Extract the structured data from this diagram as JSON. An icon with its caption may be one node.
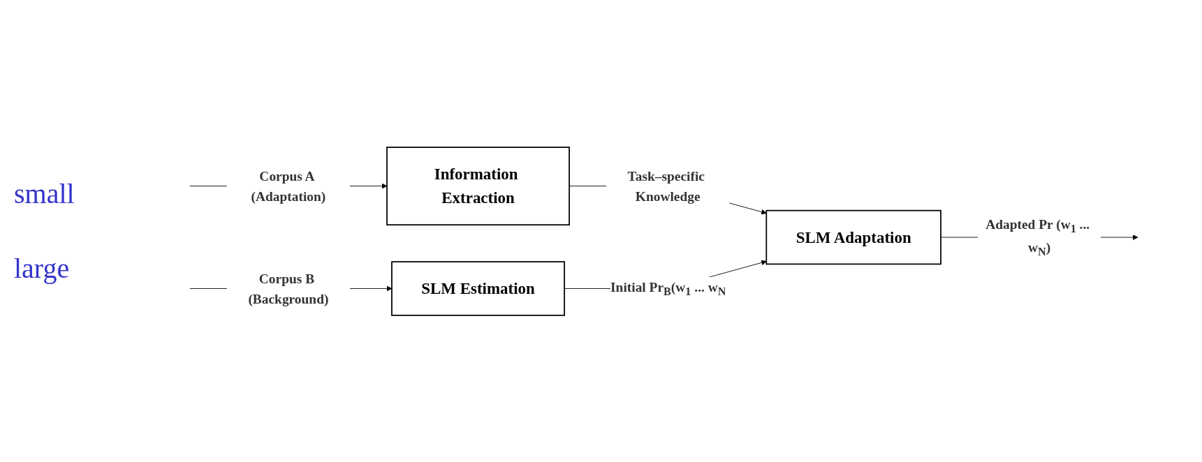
{
  "diagram": {
    "nodes": [
      {
        "text": [
          "Information Extraction"
        ]
      },
      {
        "text": [
          "SLM Adaptation"
        ]
      },
      {
        "text": [
          "SLM Estimation"
        ]
      }
    ],
    "edges": [
      {
        "from": null,
        "to": 0,
        "arrow": "to",
        "label": "Corpus A (Adaptation)"
      },
      {
        "from": null,
        "to": 2,
        "arrow": "to",
        "label": "Corpus B (Background)"
      },
      {
        "from": 0,
        "to": 1,
        "arrow": "to",
        "label": "Task–specific Knowledge"
      },
      {
        "from": 2,
        "to": 1,
        "arrow": "to",
        "label": "Initial Pr$_{B}$(w$_{1}$ ... w$_{N}$)"
      },
      {
        "from": 1,
        "to": null,
        "arrow": "to",
        "label": "Adapted Pr (w$_{1}$ ... w$_{N}$)"
      }
    ],
    "labels": [
      "small",
      "large"
    ]
  }
}
